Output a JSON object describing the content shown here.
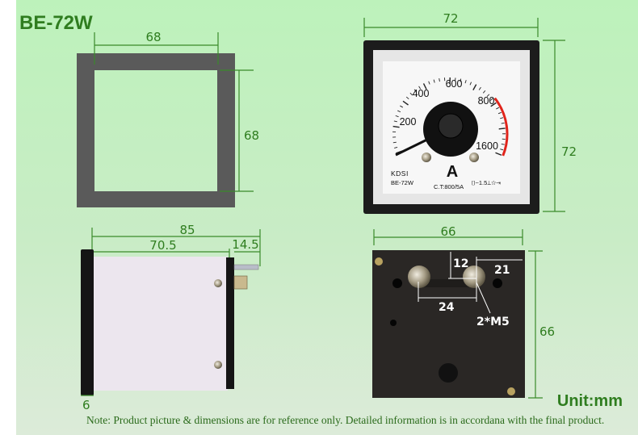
{
  "title": "BE-72W",
  "panel_cutout": {
    "width_label": "68",
    "height_label": "68"
  },
  "front_view": {
    "width_label": "72",
    "height_label": "72",
    "scale_labels": [
      "200",
      "400",
      "600",
      "800",
      "1600"
    ],
    "unit_symbol": "A",
    "brand": "KDSI",
    "model": "BE-72W",
    "ct_ratio": "C.T:800/5A",
    "class_symbols": "⌷~1.5⊥☆⇥",
    "colors": {
      "bezel": "#1c1c1c",
      "face": "#f7f7f7",
      "overload_arc": "#e0241b"
    }
  },
  "side_view": {
    "total_depth_label": "85",
    "body_depth_label": "70.5",
    "terminal_length_label": "14.5",
    "bezel_thickness_label": "6"
  },
  "rear_view": {
    "width_label": "66",
    "height_label": "66",
    "offset_top_label": "12",
    "offset_right_label": "21",
    "terminal_spacing_label": "24",
    "terminal_thread_label": "2*M5"
  },
  "unit_label": "Unit:mm",
  "note": "Note: Product picture & dimensions are for reference only. Detailed information is in accordana with the final product.",
  "colors": {
    "background": "#c4f0c2",
    "dimension_line": "#3a8a2a",
    "cutout_frame": "#5a5a5a",
    "rear_body": "#2a2725"
  }
}
